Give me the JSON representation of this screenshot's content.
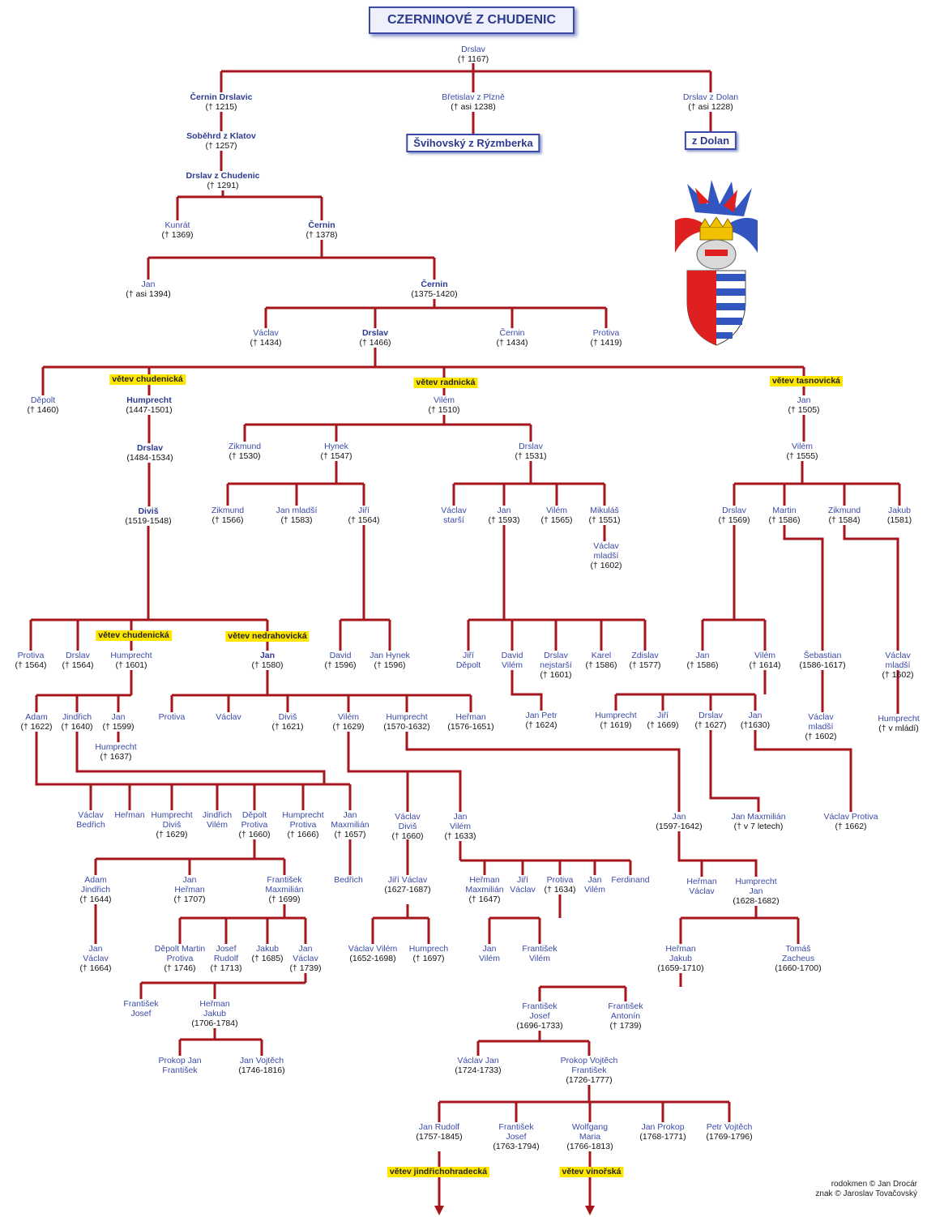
{
  "title": "CZERNINOVÉ Z CHUDENIC",
  "credits": {
    "line1": "rodokmen © Jan Drocár",
    "line2": "znak © Jaroslav Tovačovský"
  },
  "colors": {
    "line": "#a5151c",
    "name": "#3b4aa8",
    "date": "#111111",
    "branch_bg": "#ffe600",
    "crest_red": "#e02020",
    "crest_blue": "#3355c0"
  },
  "boxes": {
    "svihovsky": "Švihovský z Rýzmberka",
    "dolan": "z Dolan"
  },
  "branches": {
    "chudenicka1": "větev chudenická",
    "radnicka": "větev radnická",
    "tasnovicka": "větev tasnovická",
    "chudenicka2": "větev chudenická",
    "nedrahovicka": "větev nedrahovická",
    "jindrichohradecka": "větev jindřichohradecká",
    "vinorska": "větev vinořská"
  },
  "people": {
    "p1": {
      "name": "Drslav",
      "date": "(† 1167)"
    },
    "p2": {
      "name": "Černin Drslavic",
      "date": "(† 1215)"
    },
    "p3": {
      "name": "Břetislav z Plzně",
      "date": "(† asi 1238)"
    },
    "p4": {
      "name": "Drslav z Dolan",
      "date": "(† asi 1228)"
    },
    "p5": {
      "name": "Soběhrd z Klatov",
      "date": "(† 1257)"
    },
    "p6": {
      "name": "Drslav z Chudenic",
      "date": "(† 1291)"
    },
    "p7": {
      "name": "Kunrát",
      "date": "(† 1369)"
    },
    "p8": {
      "name": "Černin",
      "date": "(† 1378)"
    },
    "p9": {
      "name": "Jan",
      "date": "(† asi 1394)"
    },
    "p10": {
      "name": "Černin",
      "date": "(1375-1420)"
    },
    "p11": {
      "name": "Václav",
      "date": "(† 1434)"
    },
    "p12": {
      "name": "Drslav",
      "date": "(† 1466)"
    },
    "p13": {
      "name": "Černin",
      "date": "(† 1434)"
    },
    "p14": {
      "name": "Protiva",
      "date": "(† 1419)"
    },
    "p15": {
      "name": "Děpolt",
      "date": "(† 1460)"
    },
    "p16": {
      "name": "Humprecht",
      "date": "(1447-1501)"
    },
    "p17": {
      "name": "Vilém",
      "date": "(† 1510)"
    },
    "p18": {
      "name": "Jan",
      "date": "(† 1505)"
    },
    "p19": {
      "name": "Drslav",
      "date": "(1484-1534)"
    },
    "p20": {
      "name": "Zikmund",
      "date": "(† 1530)"
    },
    "p21": {
      "name": "Hynek",
      "date": "(† 1547)"
    },
    "p22": {
      "name": "Drslav",
      "date": "(† 1531)"
    },
    "p23": {
      "name": "Vilém",
      "date": "(† 1555)"
    },
    "p24": {
      "name": "Diviš",
      "date": "(1519-1548)"
    },
    "p25": {
      "name": "Zikmund",
      "date": "(† 1566)"
    },
    "p26": {
      "name": "Jan mladší",
      "date": "(† 1583)"
    },
    "p27": {
      "name": "Jiří",
      "date": "(† 1564)"
    },
    "p28": {
      "name": "Václav",
      "date": "starší"
    },
    "p29": {
      "name": "Jan",
      "date": "(† 1593)"
    },
    "p30": {
      "name": "Vilém",
      "date": "(† 1565)"
    },
    "p31": {
      "name": "Mikuláš",
      "date": "(† 1551)"
    },
    "p32": {
      "name": "Václav mladší",
      "date": "(† 1602)"
    },
    "p33": {
      "name": "Drslav",
      "date": "(† 1569)"
    },
    "p34": {
      "name": "Martin",
      "date": "(† 1586)"
    },
    "p35": {
      "name": "Zikmund",
      "date": "(† 1584)"
    },
    "p36": {
      "name": "Jakub",
      "date": "(1581)"
    },
    "p37": {
      "name": "Protiva",
      "date": "(† 1564)"
    },
    "p38": {
      "name": "Drslav",
      "date": "(† 1564)"
    },
    "p39": {
      "name": "Humprecht",
      "date": "(† 1601)"
    },
    "p40": {
      "name": "Jan",
      "date": "(† 1580)"
    },
    "p41": {
      "name": "David",
      "date": "(† 1596)"
    },
    "p42": {
      "name": "Jan Hynek",
      "date": "(† 1596)"
    },
    "p43": {
      "name": "Jiří",
      "date": "Děpolt"
    },
    "p44": {
      "name": "David",
      "date": "Vilém"
    },
    "p45": {
      "name": "Drslav nejstarší",
      "date": "(† 1601)"
    },
    "p46": {
      "name": "Karel",
      "date": "(† 1586)"
    },
    "p47": {
      "name": "Zdislav",
      "date": "(† 1577)"
    },
    "p48": {
      "name": "Jan",
      "date": "(† 1586)"
    },
    "p49": {
      "name": "Vilém",
      "date": "(† 1614)"
    },
    "p50": {
      "name": "Šebastian",
      "date": "(1586-1617)"
    },
    "p51": {
      "name": "Václav mladší",
      "date": "(† 1602)"
    },
    "p52": {
      "name": "Adam",
      "date": "(† 1622)"
    },
    "p53": {
      "name": "Jindřich",
      "date": "(† 1640)"
    },
    "p54": {
      "name": "Jan",
      "date": "(† 1599)"
    },
    "p55": {
      "name": "Humprecht",
      "date": "(† 1637)"
    },
    "p56": {
      "name": "Protiva",
      "date": ""
    },
    "p57": {
      "name": "Václav",
      "date": ""
    },
    "p58": {
      "name": "Diviš",
      "date": "(† 1621)"
    },
    "p59": {
      "name": "Vilém",
      "date": "(† 1629)"
    },
    "p60": {
      "name": "Humprecht",
      "date": "(1570-1632)"
    },
    "p61": {
      "name": "Heřman",
      "date": "(1576-1651)"
    },
    "p62": {
      "name": "Jan Petr",
      "date": "(† 1624)"
    },
    "p63": {
      "name": "Humprecht",
      "date": "(† 1619)"
    },
    "p64": {
      "name": "Jiří",
      "date": "(† 1669)"
    },
    "p65": {
      "name": "Drslav",
      "date": "(† 1627)"
    },
    "p66": {
      "name": "Jan",
      "date": "(†1630)"
    },
    "p67": {
      "name": "Václav mladší",
      "date": "(† 1602)"
    },
    "p68": {
      "name": "Humprecht",
      "date": "(† v mládí)"
    },
    "p69": {
      "name": "Václav Bedřich",
      "date": ""
    },
    "p70": {
      "name": "Heřman",
      "date": ""
    },
    "p71": {
      "name": "Humprecht Diviš",
      "date": "(† 1629)"
    },
    "p72": {
      "name": "Jindřich Vilém",
      "date": ""
    },
    "p73": {
      "name": "Děpolt Protiva",
      "date": "(† 1660)"
    },
    "p74": {
      "name": "Humprecht Protiva",
      "date": "(† 1666)"
    },
    "p75": {
      "name": "Jan Maxmilián",
      "date": "(† 1657)"
    },
    "p76": {
      "name": "Václav Diviš",
      "date": "(† 1660)"
    },
    "p77": {
      "name": "Jan Vilém",
      "date": "(† 1633)"
    },
    "p78": {
      "name": "Jan",
      "date": "(1597-1642)"
    },
    "p79": {
      "name": "Jan Maxmilián",
      "date": "(† v 7 letech)"
    },
    "p80": {
      "name": "Václav Protiva",
      "date": "(† 1662)"
    },
    "p81": {
      "name": "Adam Jindřich",
      "date": "(† 1644)"
    },
    "p82": {
      "name": "Jan Heřman",
      "date": "(† 1707)"
    },
    "p83": {
      "name": "František Maxmilián",
      "date": "(† 1699)"
    },
    "p84": {
      "name": "Bedřich",
      "date": ""
    },
    "p85": {
      "name": "Jiří Václav",
      "date": "(1627-1687)"
    },
    "p86": {
      "name": "Heřman Maxmilián",
      "date": "(† 1647)"
    },
    "p87": {
      "name": "Jiří Václav",
      "date": ""
    },
    "p88": {
      "name": "Protiva",
      "date": "(† 1634)"
    },
    "p89": {
      "name": "Jan Vilém",
      "date": ""
    },
    "p90": {
      "name": "Ferdinand",
      "date": ""
    },
    "p91": {
      "name": "Heřman Václav",
      "date": ""
    },
    "p92": {
      "name": "Humprecht Jan",
      "date": "(1628-1682)"
    },
    "p93": {
      "name": "Jan Václav",
      "date": "(† 1664)"
    },
    "p94": {
      "name": "Děpolt Martin Protiva",
      "date": "(† 1746)"
    },
    "p95": {
      "name": "Josef Rudolf",
      "date": "(† 1713)"
    },
    "p96": {
      "name": "Jakub",
      "date": "(† 1685)"
    },
    "p97": {
      "name": "Jan Václav",
      "date": "(† 1739)"
    },
    "p98": {
      "name": "Václav Vilém",
      "date": "(1652-1698)"
    },
    "p99": {
      "name": "Humprech",
      "date": "(† 1697)"
    },
    "p100": {
      "name": "Jan Vilém",
      "date": ""
    },
    "p101": {
      "name": "František Vilém",
      "date": ""
    },
    "p102": {
      "name": "Heřman Jakub",
      "date": "(1659-1710)"
    },
    "p103": {
      "name": "Tomáš Zacheus",
      "date": "(1660-1700)"
    },
    "p104": {
      "name": "František Josef",
      "date": ""
    },
    "p105": {
      "name": "Heřman Jakub",
      "date": "(1706-1784)"
    },
    "p106": {
      "name": "František Josef",
      "date": "(1696-1733)"
    },
    "p107": {
      "name": "František Antonín",
      "date": "(† 1739)"
    },
    "p108": {
      "name": "Prokop Jan František",
      "date": ""
    },
    "p109": {
      "name": "Jan Vojtěch",
      "date": "(1746-1816)"
    },
    "p110": {
      "name": "Václav Jan",
      "date": "(1724-1733)"
    },
    "p111": {
      "name": "Prokop Vojtěch František",
      "date": "(1726-1777)"
    },
    "p112": {
      "name": "Jan Rudolf",
      "date": "(1757-1845)"
    },
    "p113": {
      "name": "František Josef",
      "date": "(1763-1794)"
    },
    "p114": {
      "name": "Wolfgang Maria",
      "date": "(1766-1813)"
    },
    "p115": {
      "name": "Jan Prokop",
      "date": "(1768-1771)"
    },
    "p116": {
      "name": "Petr Vojtěch",
      "date": "(1769-1796)"
    }
  }
}
